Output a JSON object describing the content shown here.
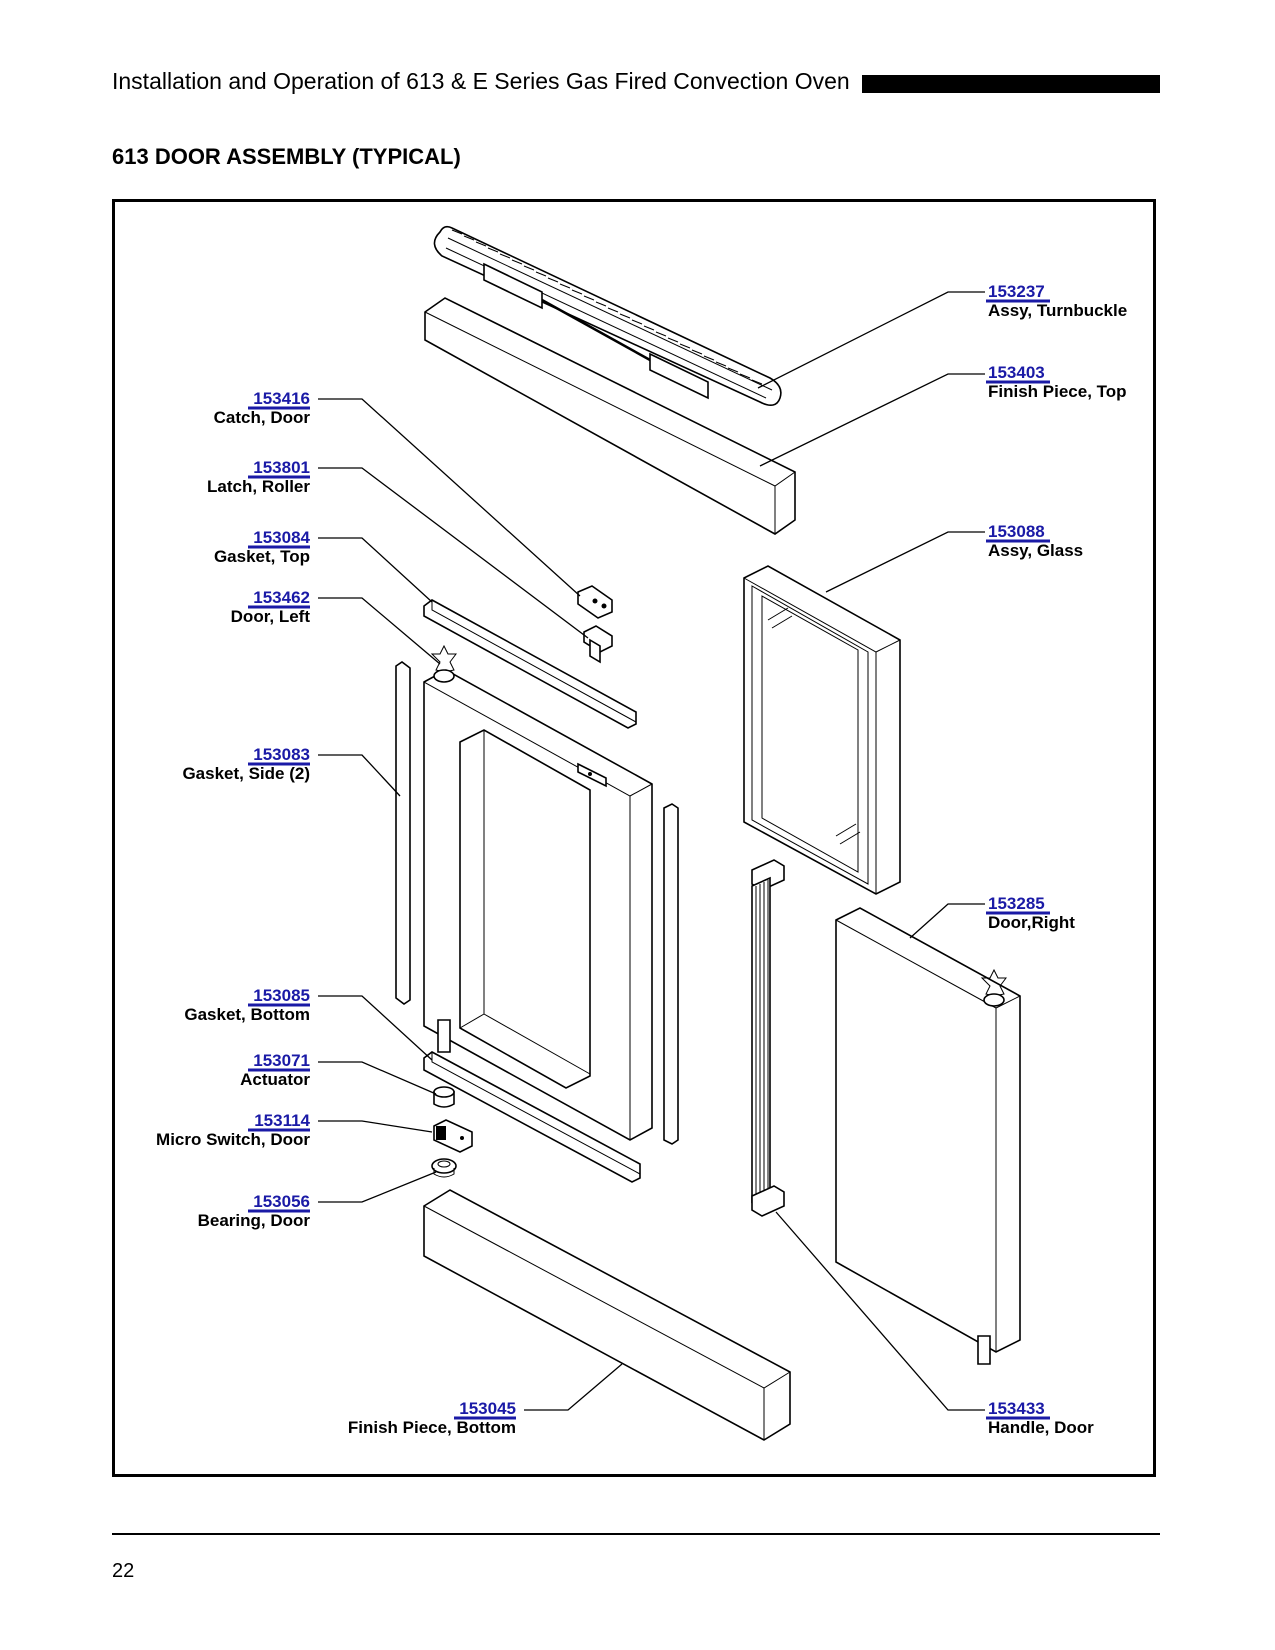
{
  "header": {
    "title": "Installation and Operation of 613 & E Series Gas Fired Convection Oven"
  },
  "section_title": "613 DOOR ASSEMBLY (TYPICAL)",
  "colors": {
    "part_number": "#1a1aa6",
    "text": "#000000"
  },
  "parts": [
    {
      "number": "153237",
      "name": "Assy, Turnbuckle"
    },
    {
      "number": "153403",
      "name": "Finish Piece, Top"
    },
    {
      "number": "153416",
      "name": "Catch, Door"
    },
    {
      "number": "153801",
      "name": "Latch, Roller"
    },
    {
      "number": "153084",
      "name": "Gasket, Top"
    },
    {
      "number": "153088",
      "name": "Assy, Glass"
    },
    {
      "number": "153462",
      "name": "Door, Left"
    },
    {
      "number": "153083",
      "name": "Gasket, Side (2)"
    },
    {
      "number": "153285",
      "name": "Door,Right"
    },
    {
      "number": "153085",
      "name": "Gasket, Bottom"
    },
    {
      "number": "153071",
      "name": "Actuator"
    },
    {
      "number": "153114",
      "name": "Micro Switch, Door"
    },
    {
      "number": "153056",
      "name": "Bearing, Door"
    },
    {
      "number": "153045",
      "name": "Finish Piece, Bottom"
    },
    {
      "number": "153433",
      "name": "Handle, Door"
    }
  ],
  "footer": {
    "page_number": "22"
  }
}
